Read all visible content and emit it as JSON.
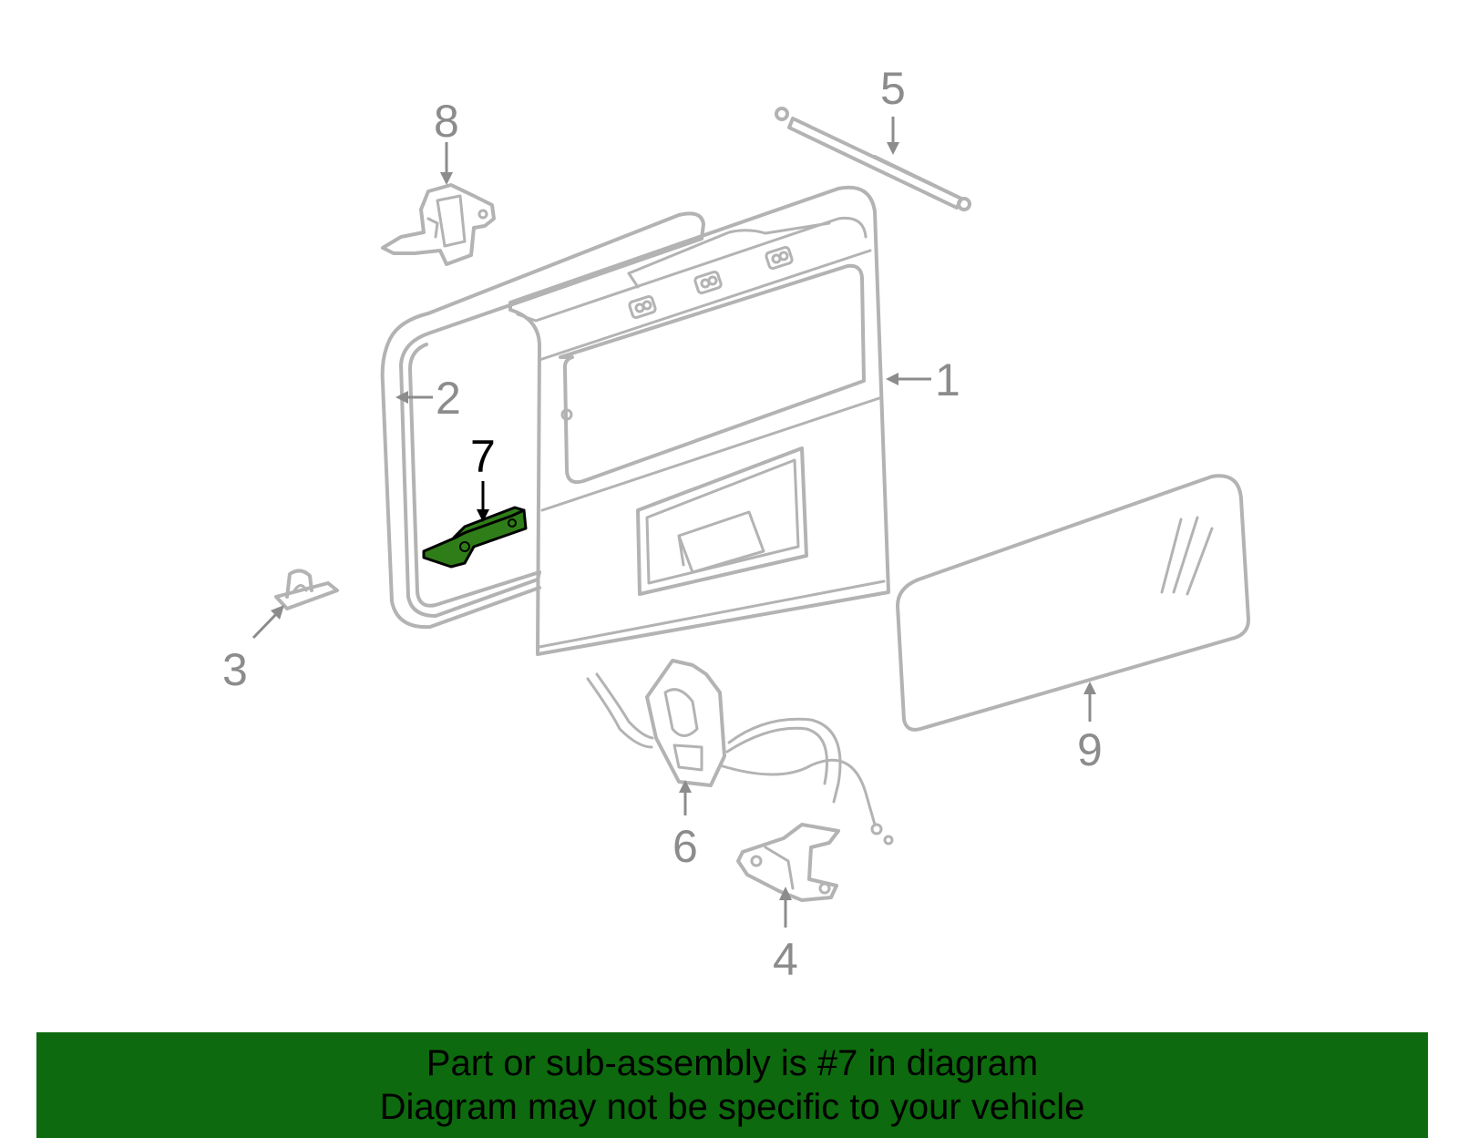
{
  "callouts": {
    "c1": "1",
    "c2": "2",
    "c3": "3",
    "c4": "4",
    "c5": "5",
    "c6": "6",
    "c7": "7",
    "c8": "8",
    "c9": "9"
  },
  "highlighted_part": "7",
  "colors": {
    "part_outline": "#b3b3b3",
    "callout": "#8c8c8c",
    "highlight_fill": "#2f7d18",
    "banner": "#0e6a0e"
  },
  "banner": {
    "line1": "Part or sub-assembly is #7 in diagram",
    "line2": "Diagram may not be specific to your vehicle"
  }
}
